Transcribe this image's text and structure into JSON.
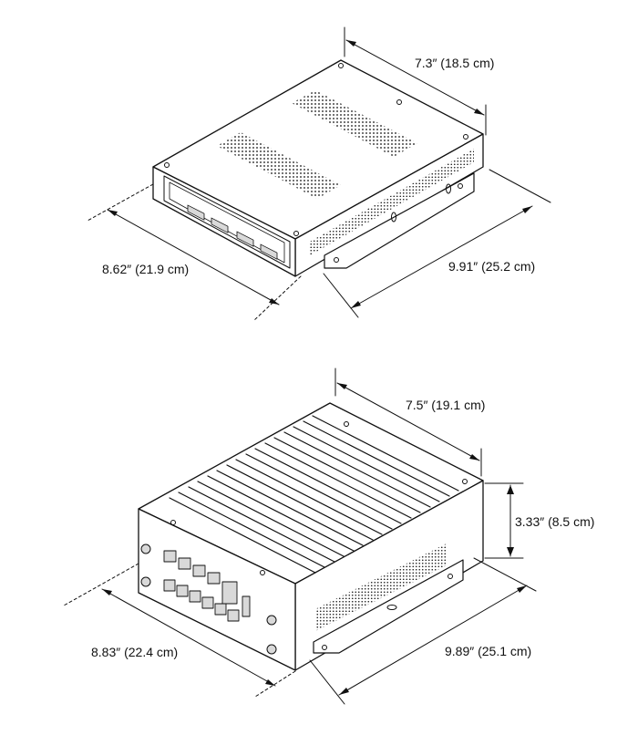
{
  "unit_top": {
    "width_label": "7.3″ (18.5 cm)",
    "front_label": "8.62″ (21.9 cm)",
    "depth_label": "9.91″ (25.2 cm)"
  },
  "unit_bottom": {
    "width_label": "7.5″ (19.1 cm)",
    "height_label": "3.33″ (8.5 cm)",
    "front_label": "8.83″ (22.4 cm)",
    "depth_label": "9.89″ (25.1 cm)"
  }
}
